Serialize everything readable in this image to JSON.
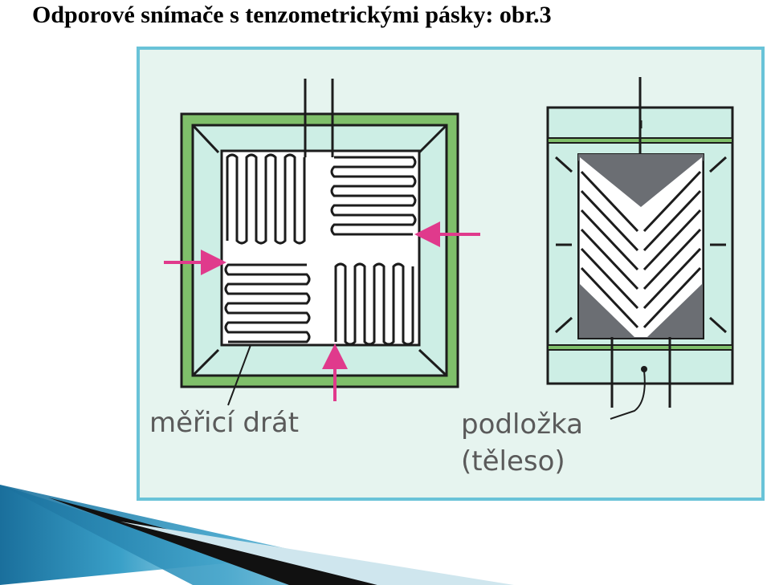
{
  "title": "Odporové snímače s tenzometrickými pásky: obr.3",
  "figure": {
    "label_wire": "měřicí drát",
    "label_substrate_line1": "podložka",
    "label_substrate_line2": "(těleso)"
  },
  "colors": {
    "background_panel": "#dff2ec",
    "frame_border": "#69c3d8",
    "green_frame": "#7fbf6a",
    "arrow": "#e03a8c",
    "dark_fill": "#6b6e73",
    "ink": "#1c1c1c"
  }
}
